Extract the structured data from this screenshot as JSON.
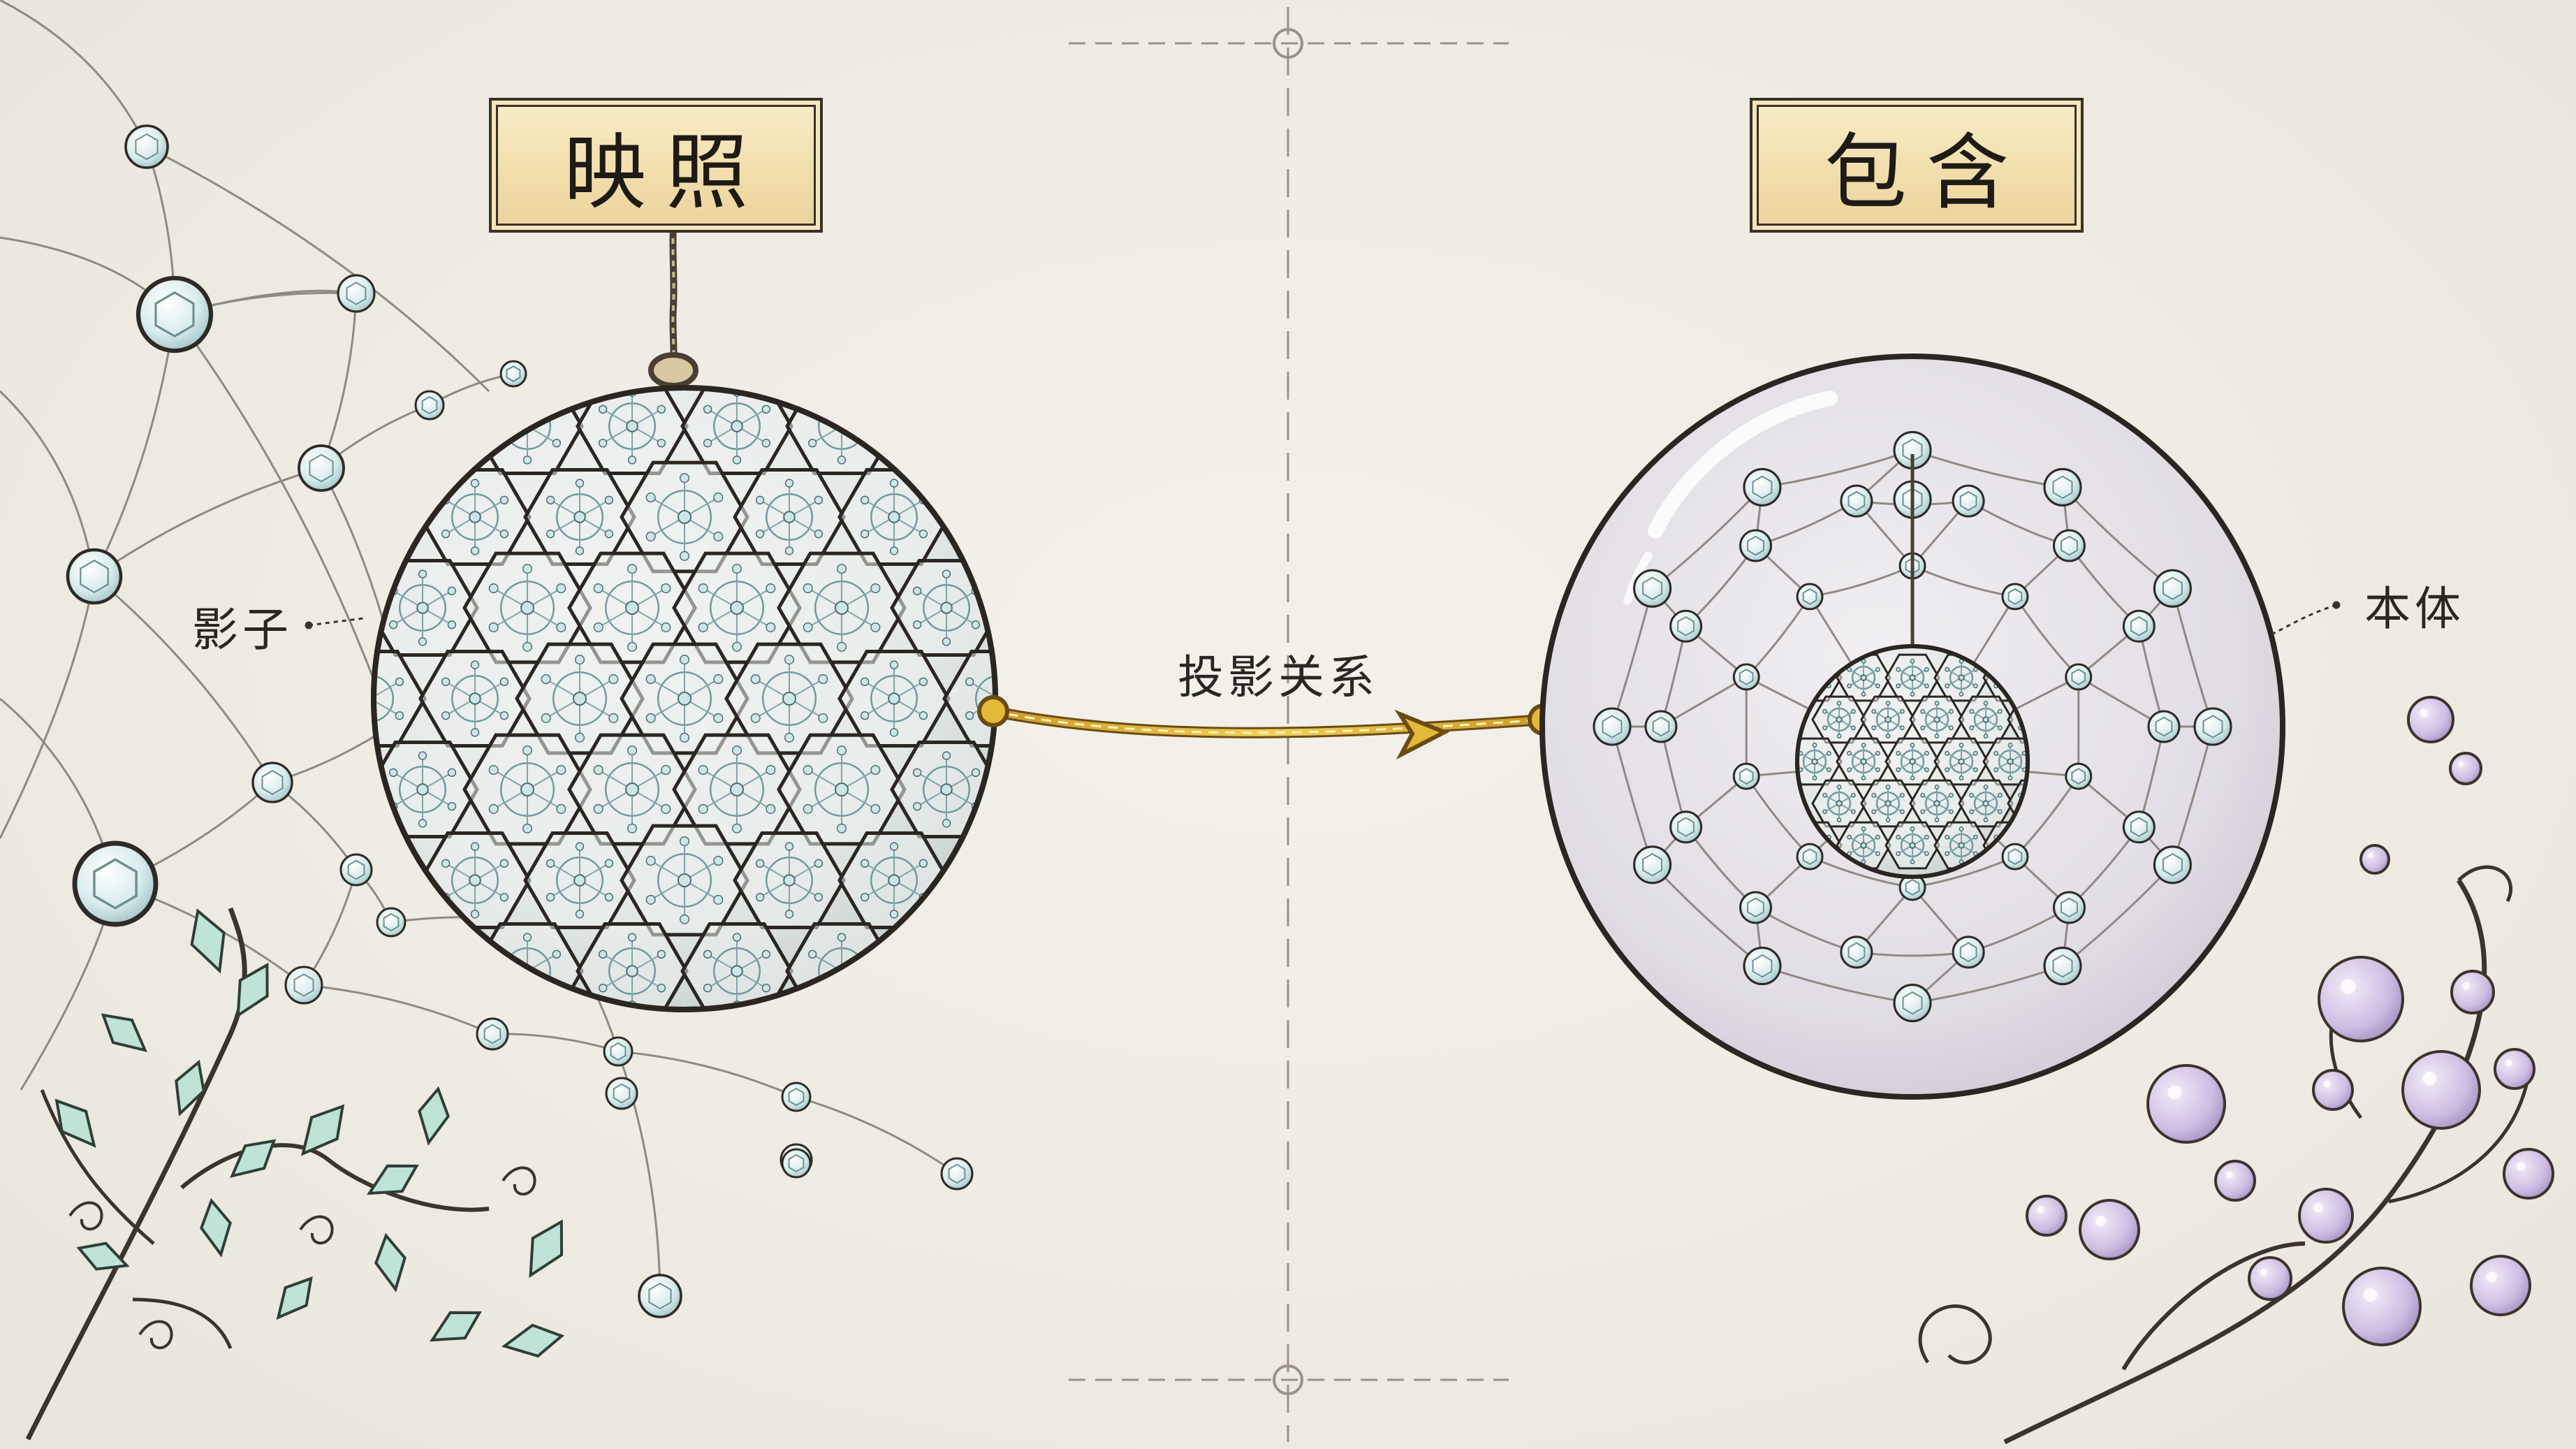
{
  "left_panel": {
    "title": "映照",
    "annotation": "影子"
  },
  "right_panel": {
    "title": "包含",
    "annotation": "本体"
  },
  "connector": {
    "label": "投影关系"
  },
  "colors": {
    "paper": "#efede6",
    "ink": "#2a2622",
    "plaque": "#f1ddaa",
    "arrow": "#e3b93a",
    "leaf": "#bfe3d6",
    "berry": "#cdbde3"
  }
}
